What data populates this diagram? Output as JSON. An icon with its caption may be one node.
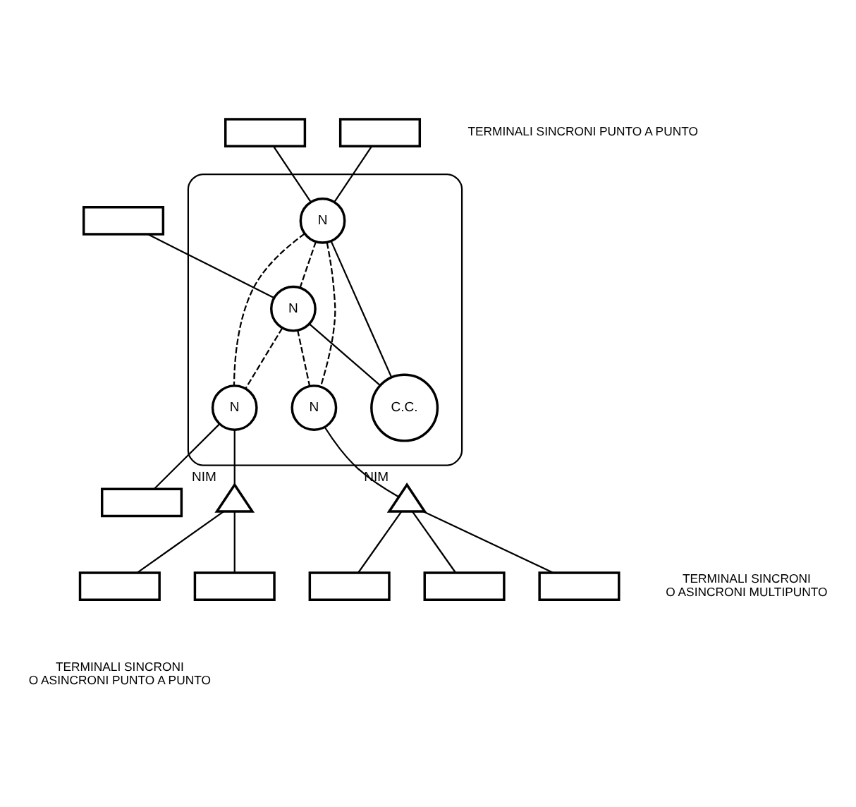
{
  "diagram": {
    "nodes": [
      {
        "text": [],
        "shape": "cloud"
      },
      {
        "text": [],
        "shape": "box"
      },
      {
        "text": [],
        "shape": "box"
      },
      {
        "text": [],
        "shape": "box"
      },
      {
        "text": [
          "N"
        ],
        "in": 0
      },
      {
        "text": [
          "N"
        ],
        "in": 0
      },
      {
        "text": [
          "C.C."
        ],
        "in": 0
      },
      {
        "text": [
          "N"
        ],
        "in": 0
      },
      {
        "text": [],
        "shape": "triangle",
        "beside": [
          "NIM"
        ]
      },
      {
        "text": [
          "N"
        ],
        "in": 0
      },
      {
        "text": [],
        "shape": "box"
      },
      {
        "text": [],
        "shape": "box"
      },
      {
        "text": [],
        "shape": "triangle",
        "beside": [
          "NIM"
        ]
      },
      {
        "text": [],
        "shape": "box"
      },
      {
        "text": [],
        "shape": "box"
      },
      {
        "text": [],
        "shape": "box"
      },
      {
        "text": [],
        "shape": "box"
      }
    ],
    "edges": [
      {
        "from": 1,
        "to": 4,
        "arrow": "none"
      },
      {
        "from": 3,
        "to": 4,
        "arrow": "none"
      },
      {
        "from": 2,
        "to": 5,
        "arrow": "none"
      },
      {
        "from": 4,
        "to": 5,
        "arrow": "none",
        "style": "dashed"
      },
      {
        "from": 4,
        "to": 6,
        "arrow": "none"
      },
      {
        "from": 5,
        "to": 6,
        "arrow": "none"
      },
      {
        "from": 4,
        "to": 7,
        "arrow": "none",
        "style": "dashed"
      },
      {
        "from": 4,
        "to": 9,
        "arrow": "none",
        "style": "dashed"
      },
      {
        "from": 5,
        "to": 7,
        "arrow": "none",
        "style": "dashed"
      },
      {
        "from": 5,
        "to": 9,
        "arrow": "none",
        "style": "dashed"
      },
      {
        "from": 9,
        "to": 8,
        "arrow": "none"
      },
      {
        "from": 8,
        "to": 10,
        "arrow": "none"
      },
      {
        "from": 8,
        "to": 11,
        "arrow": "none"
      },
      {
        "from": 9,
        "to": 13,
        "arrow": "none"
      },
      {
        "from": 7,
        "to": 12,
        "arrow": "none"
      },
      {
        "from": 12,
        "to": 14,
        "arrow": "none"
      },
      {
        "from": 12,
        "to": 15,
        "arrow": "none"
      },
      {
        "from": 12,
        "to": 16,
        "arrow": "none"
      }
    ],
    "labels": [
      "TERMINALI SINCRONI PUNTO A PUNTO",
      "TERMINALI SINCRONI O ASINCRONI MULTIPUNTO",
      "TERMINALI SINCRONI O ASINCRONI PUNTO A PUNTO"
    ]
  }
}
